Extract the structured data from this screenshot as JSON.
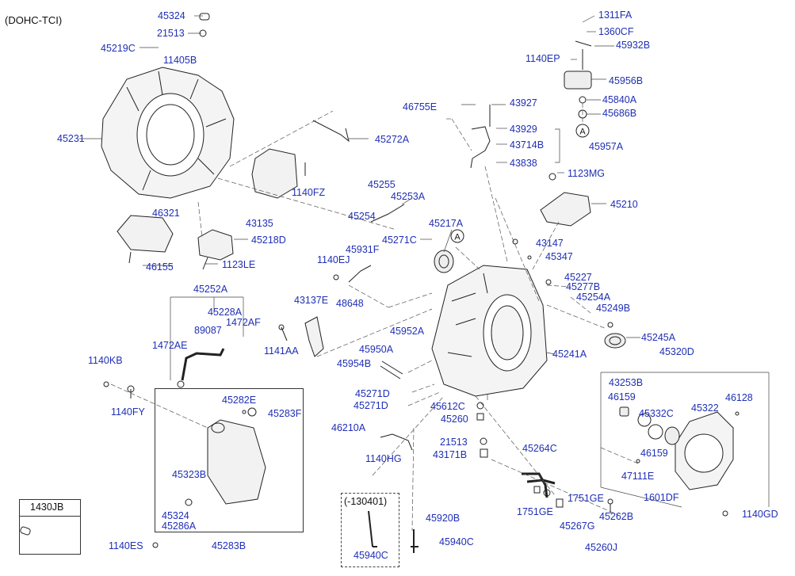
{
  "header": "(DOHC-TCI)",
  "legend_box": {
    "title": "1430JB"
  },
  "option_box": {
    "title": "(-130401)"
  },
  "callouts": [
    {
      "name": "callout-45324-top",
      "text": "45324"
    },
    {
      "name": "callout-21513-top",
      "text": "21513"
    },
    {
      "name": "callout-45219c",
      "text": "45219C"
    },
    {
      "name": "callout-11405b",
      "text": "11405B"
    },
    {
      "name": "callout-45231",
      "text": "45231"
    },
    {
      "name": "callout-45272a",
      "text": "45272A"
    },
    {
      "name": "callout-1140fz",
      "text": "1140FZ"
    },
    {
      "name": "callout-43135",
      "text": "43135"
    },
    {
      "name": "callout-46321",
      "text": "46321"
    },
    {
      "name": "callout-45218d",
      "text": "45218D"
    },
    {
      "name": "callout-1123le",
      "text": "1123LE"
    },
    {
      "name": "callout-46155",
      "text": "46155"
    },
    {
      "name": "callout-45252a",
      "text": "45252A"
    },
    {
      "name": "callout-45228a",
      "text": "45228A"
    },
    {
      "name": "callout-89087",
      "text": "89087"
    },
    {
      "name": "callout-1472af",
      "text": "1472AF"
    },
    {
      "name": "callout-1472ae",
      "text": "1472AE"
    },
    {
      "name": "callout-1140kb",
      "text": "1140KB"
    },
    {
      "name": "callout-1140fy",
      "text": "1140FY"
    },
    {
      "name": "callout-45282e",
      "text": "45282E"
    },
    {
      "name": "callout-45283f",
      "text": "45283F"
    },
    {
      "name": "callout-45323b",
      "text": "45323B"
    },
    {
      "name": "callout-45324-bottom",
      "text": "45324"
    },
    {
      "name": "callout-45286a",
      "text": "45286A"
    },
    {
      "name": "callout-1140es",
      "text": "1140ES"
    },
    {
      "name": "callout-45283b",
      "text": "45283B"
    },
    {
      "name": "callout-45255",
      "text": "45255"
    },
    {
      "name": "callout-45253a",
      "text": "45253A"
    },
    {
      "name": "callout-45254",
      "text": "45254"
    },
    {
      "name": "callout-45217a",
      "text": "45217A"
    },
    {
      "name": "callout-45271c",
      "text": "45271C"
    },
    {
      "name": "callout-45931f",
      "text": "45931F"
    },
    {
      "name": "callout-1140ej",
      "text": "1140EJ"
    },
    {
      "name": "callout-48648",
      "text": "48648"
    },
    {
      "name": "callout-43137e",
      "text": "43137E"
    },
    {
      "name": "callout-1141aa",
      "text": "1141AA"
    },
    {
      "name": "callout-45952a",
      "text": "45952A"
    },
    {
      "name": "callout-45950a",
      "text": "45950A"
    },
    {
      "name": "callout-45954b",
      "text": "45954B"
    },
    {
      "name": "callout-45271d-1",
      "text": "45271D"
    },
    {
      "name": "callout-45271d-2",
      "text": "45271D"
    },
    {
      "name": "callout-46210a",
      "text": "46210A"
    },
    {
      "name": "callout-1140hg",
      "text": "1140HG"
    },
    {
      "name": "callout-45920b",
      "text": "45920B"
    },
    {
      "name": "callout-45940c-left",
      "text": "45940C"
    },
    {
      "name": "callout-45940c-right",
      "text": "45940C"
    },
    {
      "name": "callout-46755e",
      "text": "46755E"
    },
    {
      "name": "callout-43927",
      "text": "43927"
    },
    {
      "name": "callout-43929",
      "text": "43929"
    },
    {
      "name": "callout-43714b",
      "text": "43714B"
    },
    {
      "name": "callout-45957a",
      "text": "45957A"
    },
    {
      "name": "callout-43838",
      "text": "43838"
    },
    {
      "name": "callout-1311fa",
      "text": "1311FA"
    },
    {
      "name": "callout-1360cf",
      "text": "1360CF"
    },
    {
      "name": "callout-1140ep",
      "text": "1140EP"
    },
    {
      "name": "callout-45932b",
      "text": "45932B"
    },
    {
      "name": "callout-45956b",
      "text": "45956B"
    },
    {
      "name": "callout-45840a",
      "text": "45840A"
    },
    {
      "name": "callout-45686b",
      "text": "45686B"
    },
    {
      "name": "callout-1123mg",
      "text": "1123MG"
    },
    {
      "name": "callout-45210",
      "text": "45210"
    },
    {
      "name": "callout-43147",
      "text": "43147"
    },
    {
      "name": "callout-45347",
      "text": "45347"
    },
    {
      "name": "callout-45227",
      "text": "45227"
    },
    {
      "name": "callout-45277b",
      "text": "45277B"
    },
    {
      "name": "callout-45254a",
      "text": "45254A"
    },
    {
      "name": "callout-45249b",
      "text": "45249B"
    },
    {
      "name": "callout-45245a",
      "text": "45245A"
    },
    {
      "name": "callout-45241a",
      "text": "45241A"
    },
    {
      "name": "callout-45320d",
      "text": "45320D"
    },
    {
      "name": "callout-43253b",
      "text": "43253B"
    },
    {
      "name": "callout-46159-top",
      "text": "46159"
    },
    {
      "name": "callout-46128",
      "text": "46128"
    },
    {
      "name": "callout-45332c",
      "text": "45332C"
    },
    {
      "name": "callout-45322",
      "text": "45322"
    },
    {
      "name": "callout-46159-bottom",
      "text": "46159"
    },
    {
      "name": "callout-47111e",
      "text": "47111E"
    },
    {
      "name": "callout-1601df",
      "text": "1601DF"
    },
    {
      "name": "callout-1140gd",
      "text": "1140GD"
    },
    {
      "name": "callout-45612c",
      "text": "45612C"
    },
    {
      "name": "callout-45260",
      "text": "45260"
    },
    {
      "name": "callout-21513-mid",
      "text": "21513"
    },
    {
      "name": "callout-43171b",
      "text": "43171B"
    },
    {
      "name": "callout-45264c",
      "text": "45264C"
    },
    {
      "name": "callout-1751ge-right",
      "text": "1751GE"
    },
    {
      "name": "callout-1751ge-left",
      "text": "1751GE"
    },
    {
      "name": "callout-45267g",
      "text": "45267G"
    },
    {
      "name": "callout-45262b",
      "text": "45262B"
    },
    {
      "name": "callout-45260j",
      "text": "45260J"
    }
  ],
  "reference_markers": [
    "A",
    "A"
  ]
}
